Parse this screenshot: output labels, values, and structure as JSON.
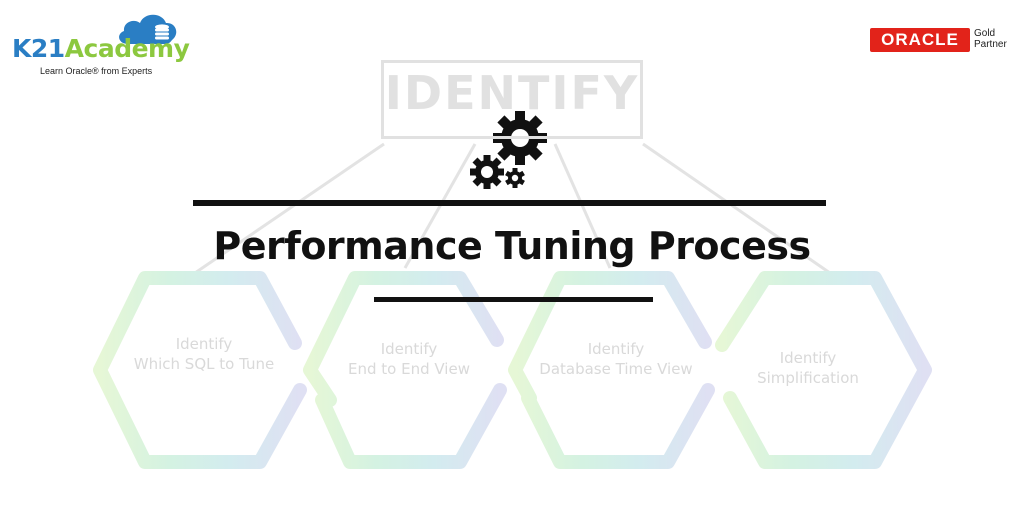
{
  "brand": {
    "name_prefix": "K21",
    "name_suffix": "Academy",
    "tagline": "Learn Oracle® from Experts"
  },
  "partner": {
    "vendor": "ORACLE",
    "line1": "Gold",
    "line2": "Partner"
  },
  "header_word": "IDENTIFY",
  "title": "Performance Tuning Process",
  "steps": [
    {
      "line1": "Identify",
      "line2": "Which SQL to Tune",
      "color": "#e2f6d9"
    },
    {
      "line1": "Identify",
      "line2": "End to End View",
      "color": "#d6f3e4"
    },
    {
      "line1": "Identify",
      "line2": "Database Time View",
      "color": "#d5eef0"
    },
    {
      "line1": "Identify",
      "line2": "Simplification",
      "color": "#dcdff2"
    }
  ],
  "colors": {
    "brand_blue": "#2a7ec4",
    "brand_green": "#8cc83f",
    "oracle_red": "#e2231a",
    "faded_gray": "#e1e1e1",
    "title_black": "#111111"
  }
}
